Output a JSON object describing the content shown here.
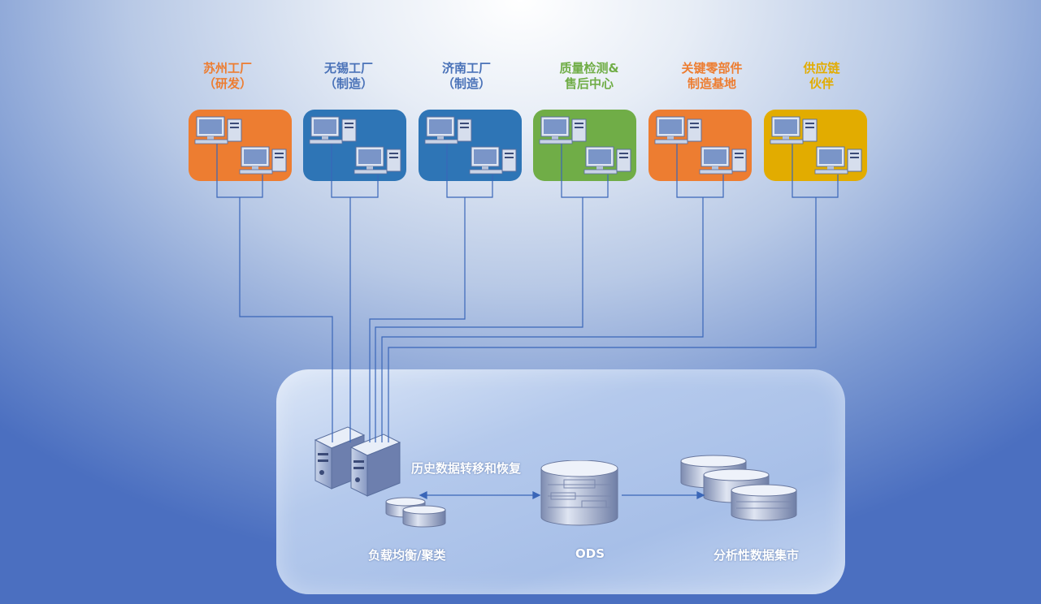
{
  "sites": [
    {
      "line1": "苏州工厂",
      "line2": "（研发）",
      "color": "#ed7d31",
      "label_color": "#ed7d31"
    },
    {
      "line1": "无锡工厂",
      "line2": "（制造）",
      "color": "#2e75b6",
      "label_color": "#4a72b8"
    },
    {
      "line1": "济南工厂",
      "line2": "（制造）",
      "color": "#2e75b6",
      "label_color": "#4a72b8"
    },
    {
      "line1": "质量检测&",
      "line2": "售后中心",
      "color": "#70ad47",
      "label_color": "#70ad47"
    },
    {
      "line1": "关键零部件",
      "line2": "制造基地",
      "color": "#ed7d31",
      "label_color": "#ed7d31"
    },
    {
      "line1": "供应链",
      "line2": "伙伴",
      "color": "#e2ac00",
      "label_color": "#e2ac00"
    }
  ],
  "panel": {
    "history_label": "历史数据转移和恢复",
    "load_balance_label": "负载均衡/聚类",
    "ods_label": "ODS",
    "mart_label": "分析性数据集市"
  },
  "colors": {
    "wire": "#3a66b8",
    "panel_text": "#ffffff"
  },
  "icons": [
    "desktop-computer-icon",
    "server-icon",
    "database-cylinder-icon"
  ]
}
